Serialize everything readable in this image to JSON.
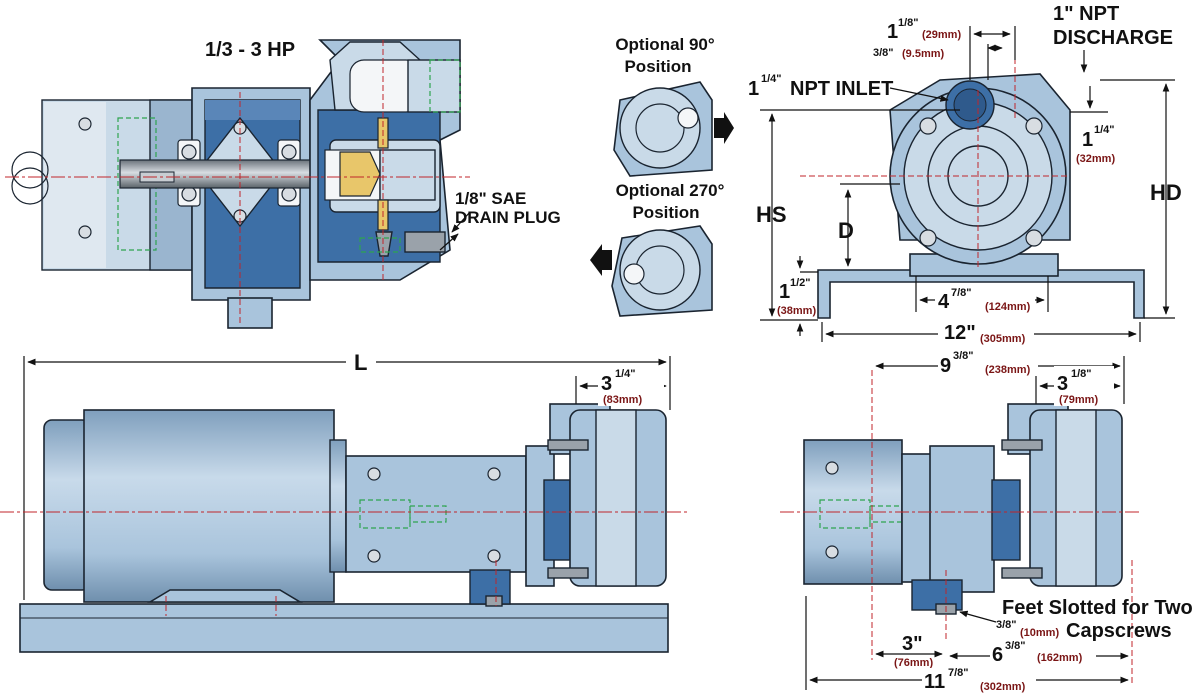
{
  "labels": {
    "hp_range": "1/3 - 3 HP",
    "drain_plug_line1": "1/8\" SAE",
    "drain_plug_line2": "DRAIN PLUG",
    "opt90_line1": "Optional 90°",
    "opt90_line2": "Position",
    "opt270_line1": "Optional 270°",
    "opt270_line2": "Position",
    "npt_discharge_line1": "1\" NPT",
    "npt_discharge_line2": "DISCHARGE",
    "npt_inlet_whole": "1",
    "npt_inlet_frac": "1/4\"",
    "npt_inlet_text": "NPT INLET",
    "hs": "HS",
    "hd": "HD",
    "d": "D",
    "l": "L",
    "feet_line1": "Feet Slotted for Two",
    "feet_line2": "Capscrews"
  },
  "dims": {
    "d_1_1_8": {
      "whole": "1",
      "frac": "1/8\"",
      "mm": "(29mm)"
    },
    "d_3_8": {
      "whole": "3/8\"",
      "mm": "(9.5mm)"
    },
    "d_1_1_4": {
      "whole": "1",
      "frac": "1/4\"",
      "mm": "(32mm)"
    },
    "d_1_1_2": {
      "whole": "1",
      "frac": "1/2\"",
      "mm": "(38mm)"
    },
    "d_4_7_8": {
      "whole": "4",
      "frac": "7/8\"",
      "mm": "(124mm)"
    },
    "d_12": {
      "whole": "12\"",
      "mm": "(305mm)"
    },
    "d_3_1_4": {
      "whole": "3",
      "frac": "1/4\"",
      "mm": "(83mm)"
    },
    "d_9_3_8": {
      "whole": "9",
      "frac": "3/8\"",
      "mm": "(238mm)"
    },
    "d_3_1_8": {
      "whole": "3",
      "frac": "1/8\"",
      "mm": "(79mm)"
    },
    "d_3_8_foot": {
      "whole": "3/8\"",
      "mm": "(10mm)"
    },
    "d_3": {
      "whole": "3\"",
      "mm": "(76mm)"
    },
    "d_6_3_8": {
      "whole": "6",
      "frac": "3/8\"",
      "mm": "(162mm)"
    },
    "d_11_7_8": {
      "whole": "11",
      "frac": "7/8\"",
      "mm": "(302mm)"
    }
  },
  "colors": {
    "body": "#a9c4dc",
    "dark": "#3d6fa6",
    "centerline": "#c0262b",
    "hidden_line": "#2ea44f",
    "metric_text": "#7a1515"
  }
}
